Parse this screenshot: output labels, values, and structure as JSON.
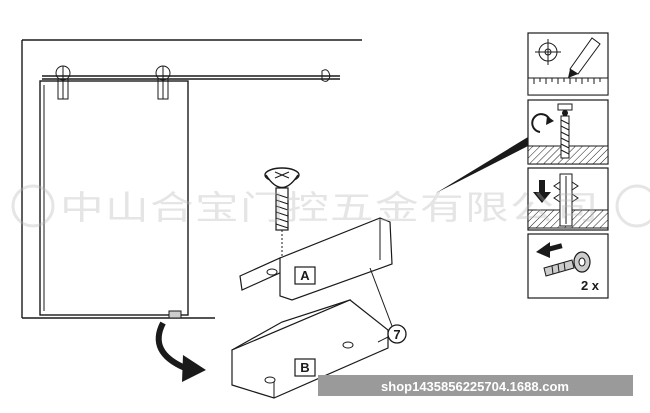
{
  "labels": {
    "part_a": "A",
    "part_b": "B",
    "part_number": "7",
    "quantity": "2 x"
  },
  "watermark": {
    "company_text": "中山合宝门控五金有限公司",
    "shop_url": "shop1435856225704.1688.com"
  },
  "colors": {
    "ink": "#1a1a1a",
    "bolt_gray": "#cccccc",
    "url_bar": "#9a9a9a"
  },
  "steps": [
    {
      "icon": "drill-mark-icon"
    },
    {
      "icon": "drill-bit-icon"
    },
    {
      "icon": "wall-plug-icon"
    },
    {
      "icon": "bolt-icon"
    }
  ]
}
